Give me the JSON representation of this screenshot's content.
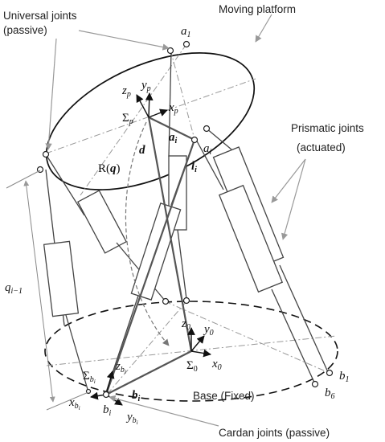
{
  "annotations": {
    "universal_joints": [
      "Universal joints",
      "(passive)"
    ],
    "moving_platform": "Moving platform",
    "prismatic_joints": [
      "Prismatic joints",
      "(actuated)"
    ],
    "base": "Base (Fixed)",
    "cardan_joints": "Cardan joints (passive)"
  },
  "symbols": {
    "a1": {
      "base": "a",
      "sub": "1"
    },
    "ai_top": {
      "base": "a",
      "sub": "i"
    },
    "ai_vec": {
      "base": "a",
      "sub": "i"
    },
    "li": {
      "base": "l",
      "sub": "i"
    },
    "d": "d",
    "R": "R(",
    "q": "q",
    "R_close": ")",
    "zp": {
      "base": "z",
      "sub": "p"
    },
    "yp": {
      "base": "y",
      "sub": "p"
    },
    "xp": {
      "base": "x",
      "sub": "p"
    },
    "sigma_p": {
      "base": "Σ",
      "sub": "p"
    },
    "z0": {
      "base": "z",
      "sub": "0"
    },
    "y0": {
      "base": "y",
      "sub": "0"
    },
    "x0": {
      "base": "x",
      "sub": "0"
    },
    "sigma_0": {
      "base": "Σ",
      "sub": "0"
    },
    "sigma_bi": {
      "base": "Σ",
      "sub": "b",
      "sub2": "i"
    },
    "zbi": {
      "base": "z",
      "sub": "b",
      "sub2": "i"
    },
    "xbi": {
      "base": "x",
      "sub": "b",
      "sub2": "i"
    },
    "ybi": {
      "base": "y",
      "sub": "b",
      "sub2": "i"
    },
    "bi_vec": {
      "base": "b",
      "sub": "i"
    },
    "bi_pt": {
      "base": "b",
      "sub": "i"
    },
    "b1": {
      "base": "b",
      "sub": "1"
    },
    "b6": {
      "base": "b",
      "sub": "6"
    },
    "q_im1": {
      "base": "q",
      "sub": "i−1"
    }
  },
  "colors": {
    "line": "#444444",
    "guide": "#999999",
    "text": "#222222"
  }
}
